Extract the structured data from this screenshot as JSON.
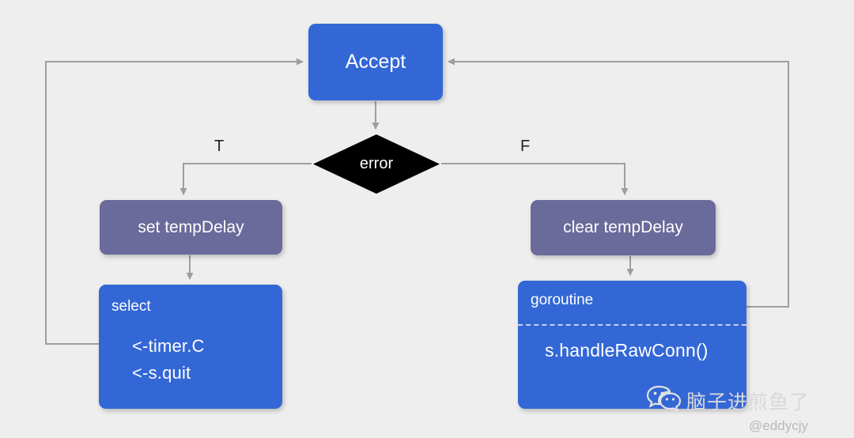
{
  "diagram": {
    "title": "Go net/http Accept loop flowchart",
    "background_color": "#eeeeee",
    "edge_color": "#9e9e9e",
    "nodes": {
      "accept": {
        "label": "Accept",
        "color": "#3367d6",
        "shape": "rounded-rect"
      },
      "error": {
        "label": "error",
        "color": "#000000",
        "shape": "diamond"
      },
      "set_temp_delay": {
        "label": "set tempDelay",
        "color": "#6a6a9b",
        "shape": "rounded-rect"
      },
      "clear_temp_delay": {
        "label": "clear tempDelay",
        "color": "#6a6a9b",
        "shape": "rounded-rect"
      },
      "select": {
        "title": "select",
        "color": "#3367d6",
        "shape": "card",
        "lines": [
          "<-timer.C",
          "<-s.quit"
        ]
      },
      "goroutine": {
        "title": "goroutine",
        "color": "#3367d6",
        "shape": "card",
        "divider": "dashed",
        "lines": [
          "s.handleRawConn()"
        ]
      }
    },
    "edge_labels": {
      "true_branch": "T",
      "false_branch": "F"
    }
  },
  "watermark": {
    "icon": "wechat-icon",
    "text": "脑子进煎鱼了",
    "handle": "@eddycjy"
  }
}
